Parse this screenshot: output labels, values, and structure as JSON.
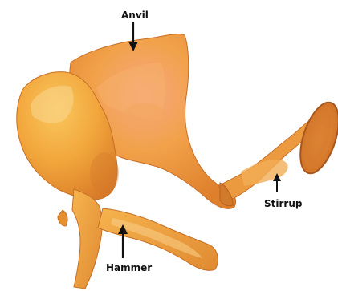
{
  "labels": {
    "anvil": "Anvil",
    "stirrup": "Stirrup",
    "hammer": "Hammer"
  },
  "colors": {
    "background": "#ffffff",
    "bone_base": "#f0a23c",
    "bone_light": "#f8c25a",
    "bone_dark": "#d9792a",
    "bone_shadow": "#b9601f",
    "bone_pink": "#f3a07a",
    "arrow": "#111111",
    "text": "#111111"
  }
}
